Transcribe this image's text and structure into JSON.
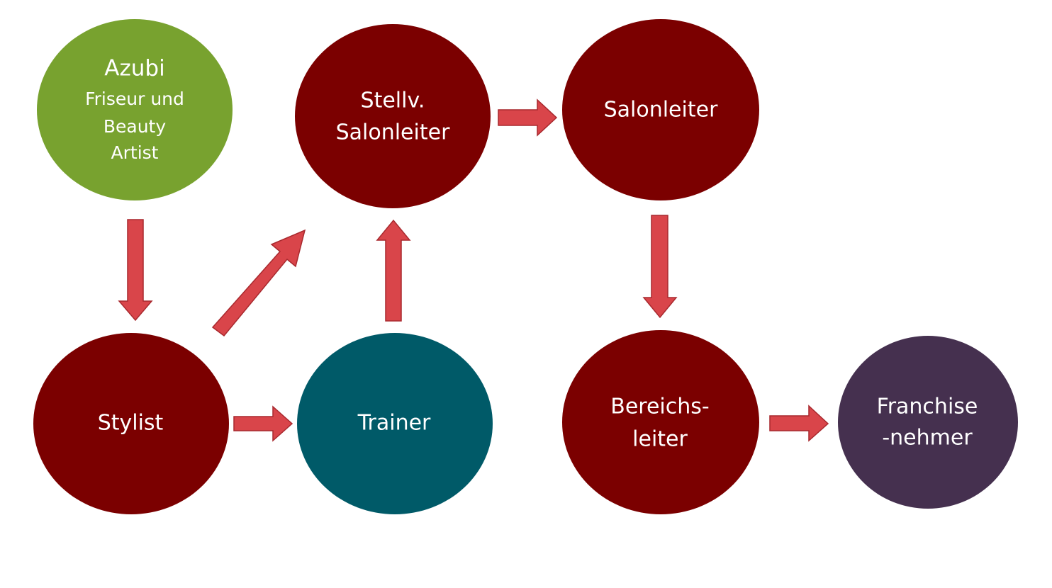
{
  "colors": {
    "green": "#78a22f",
    "maroon": "#7b0000",
    "teal": "#005a68",
    "purple": "#45304f",
    "arrow_fill": "#d9454a",
    "arrow_stroke": "#a8292e"
  },
  "nodes": {
    "azubi": {
      "title": "Azubi",
      "line1": "Friseur und",
      "line2": "Beauty",
      "line3": "Artist"
    },
    "stellv": {
      "line1": "Stellv.",
      "line2": "Salonleiter"
    },
    "salonleiter": {
      "label": "Salonleiter"
    },
    "stylist": {
      "label": "Stylist"
    },
    "trainer": {
      "label": "Trainer"
    },
    "bereichsleiter": {
      "line1": "Bereichs-",
      "line2": "leiter"
    },
    "franchise": {
      "line1": "Franchise",
      "line2": "-nehmer"
    }
  },
  "edges": [
    {
      "from": "azubi",
      "to": "stylist"
    },
    {
      "from": "stylist",
      "to": "stellv"
    },
    {
      "from": "trainer",
      "to": "stellv"
    },
    {
      "from": "stylist",
      "to": "trainer"
    },
    {
      "from": "stellv",
      "to": "salonleiter"
    },
    {
      "from": "salonleiter",
      "to": "bereichsleiter"
    },
    {
      "from": "bereichsleiter",
      "to": "franchise"
    }
  ]
}
